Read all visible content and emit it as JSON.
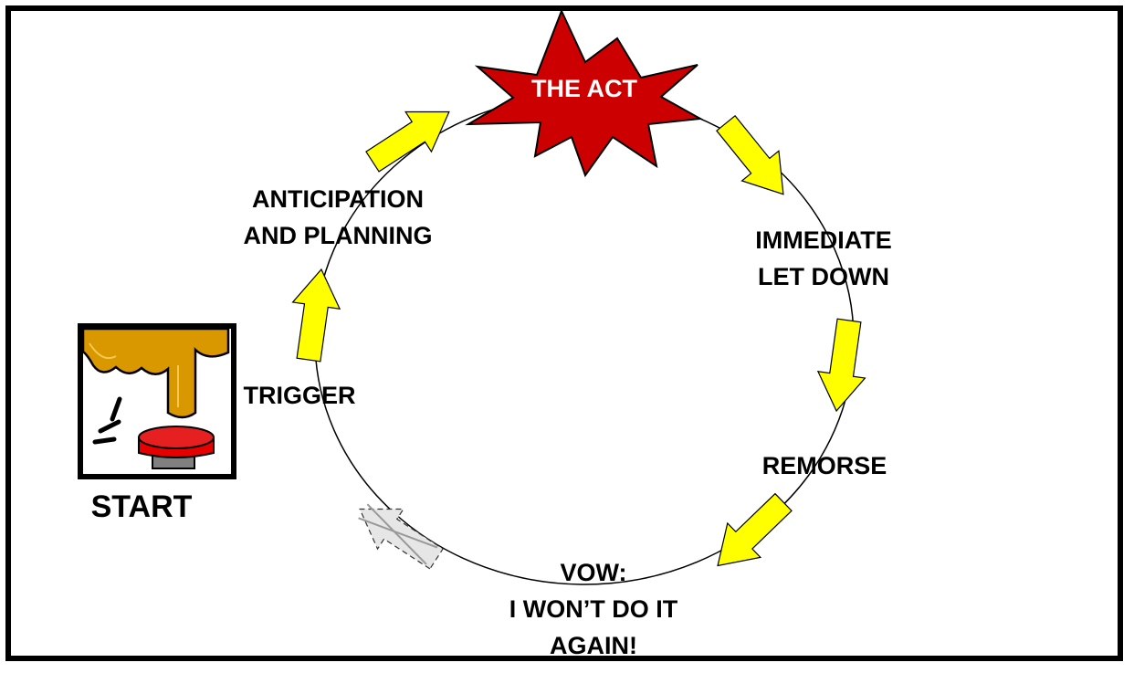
{
  "diagram": {
    "title": "",
    "stages": {
      "the_act": "THE ACT",
      "immediate_let_down": [
        "IMMEDIATE",
        "LET DOWN"
      ],
      "remorse": "REMORSE",
      "vow": [
        "VOW:",
        "I WON’T DO IT",
        "AGAIN!"
      ],
      "trigger": "TRIGGER",
      "anticipation_and_planning": [
        "ANTICIPATION",
        "AND PLANNING"
      ]
    },
    "start": "START"
  },
  "colors": {
    "arrow_fill": "#ffff00",
    "burst_fill": "#cc0000",
    "burst_text": "#ffffff",
    "finger": "#d99700",
    "button_top": "#e60000",
    "button_base": "#808080",
    "faded_arrow": "#e6e6e6"
  },
  "icons": [
    "explosion-burst-icon",
    "finger-pressing-button-icon",
    "crossed-out-arrow-icon",
    "cycle-arrow-icon"
  ]
}
